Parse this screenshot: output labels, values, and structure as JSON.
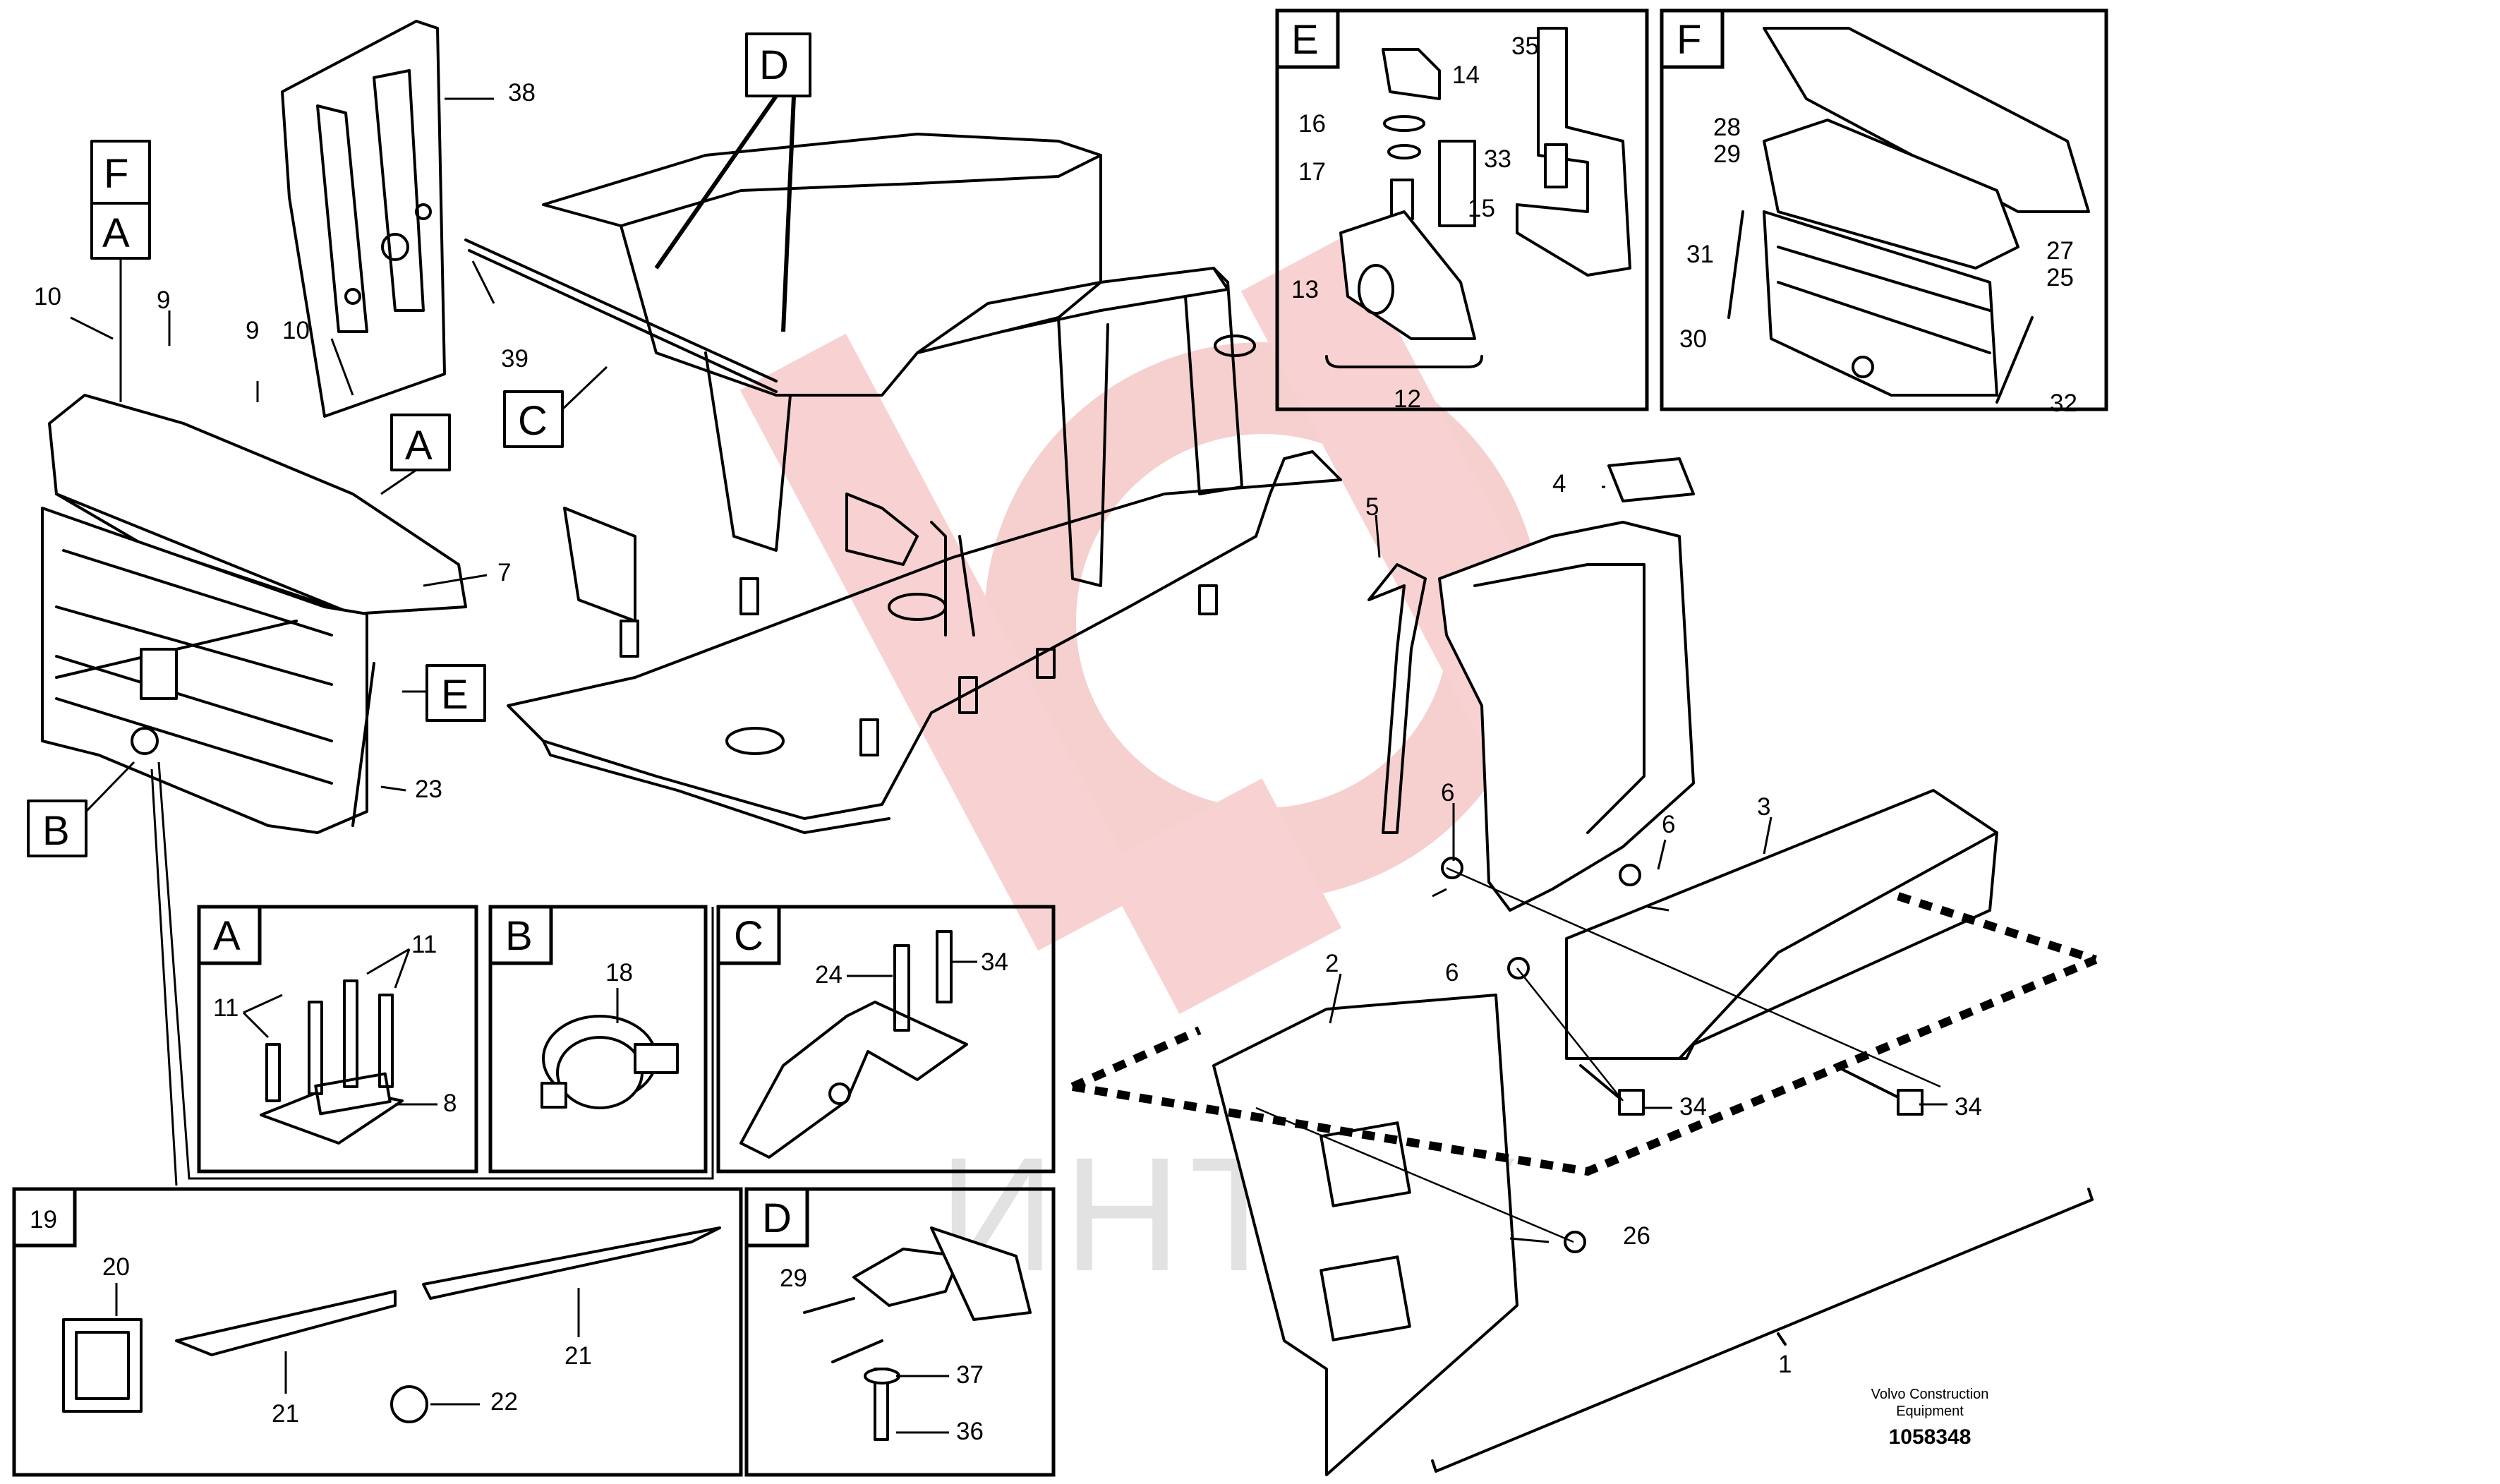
{
  "watermark": {
    "text": "ИНТЕХ",
    "color": "#f3b8b8"
  },
  "footer": {
    "line1": "Volvo Construction",
    "line2": "Equipment",
    "drawing_number": "1058348"
  },
  "callout_boxes": {
    "A": "A",
    "B": "B",
    "C": "C",
    "D": "D",
    "E": "E",
    "F": "F",
    "box19": "19"
  },
  "part_numbers": {
    "p1": "1",
    "p2": "2",
    "p3": "3",
    "p4": "4",
    "p5": "5",
    "p6": "6",
    "p7": "7",
    "p8": "8",
    "p9": "9",
    "p10": "10",
    "p11": "11",
    "p12": "12",
    "p13": "13",
    "p14": "14",
    "p15": "15",
    "p16": "16",
    "p17": "17",
    "p18": "18",
    "p20": "20",
    "p21": "21",
    "p22": "22",
    "p23": "23",
    "p24": "24",
    "p25": "25",
    "p26": "26",
    "p27": "27",
    "p28": "28",
    "p29": "29",
    "p30": "30",
    "p31": "31",
    "p32": "32",
    "p33": "33",
    "p34": "34",
    "p35": "35",
    "p36": "36",
    "p37": "37",
    "p38": "38",
    "p39": "39"
  },
  "colors": {
    "line": "#000000",
    "background": "#ffffff",
    "watermark": "#f3b8b8"
  }
}
